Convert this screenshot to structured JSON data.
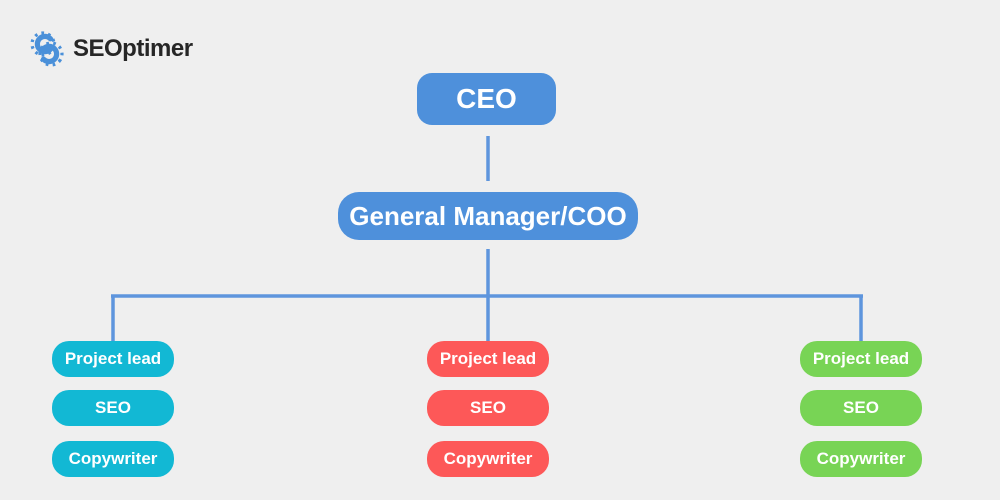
{
  "canvas": {
    "background": "#efefef"
  },
  "logo": {
    "text": "SEOptimer",
    "icon": "seoptimer-gears-icon",
    "icon_color": "#4a90d9",
    "text_color": "#262626"
  },
  "org_chart": {
    "connector_color": "#5e95dd",
    "node_text_color": "#ffffff",
    "root": {
      "label": "CEO",
      "color": "#4e90db"
    },
    "level2": {
      "label": "General Manager/COO",
      "color": "#4e90db"
    },
    "teams": [
      {
        "name": "team-cyan",
        "color": "#12b8d4",
        "roles": [
          "Project lead",
          "SEO",
          "Copywriter"
        ]
      },
      {
        "name": "team-red",
        "color": "#fd5858",
        "roles": [
          "Project lead",
          "SEO",
          "Copywriter"
        ]
      },
      {
        "name": "team-green",
        "color": "#78d455",
        "roles": [
          "Project lead",
          "SEO",
          "Copywriter"
        ]
      }
    ]
  }
}
